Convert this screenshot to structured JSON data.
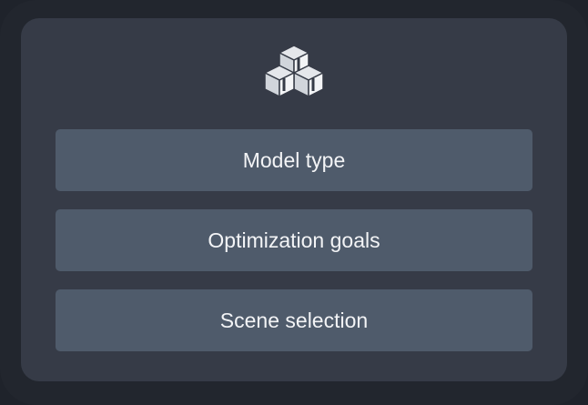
{
  "icon": "cubes-icon",
  "colors": {
    "panel": "#363b47",
    "button": "#4f5b6b",
    "text": "#f3f4f6",
    "icon": "#e5e7eb"
  },
  "options": [
    {
      "label": "Model type"
    },
    {
      "label": "Optimization goals"
    },
    {
      "label": "Scene selection"
    }
  ]
}
